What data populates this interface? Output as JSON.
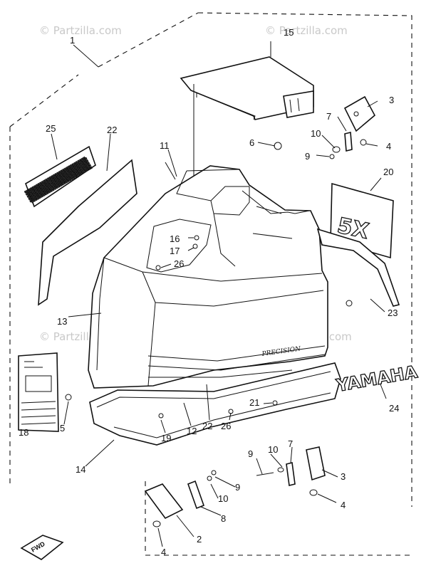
{
  "watermarks": [
    "© Partzilla.com",
    "© Partzilla.com",
    "© Partzilla.com",
    "© Partzilla.com"
  ],
  "decals": {
    "brand": "YAMAHA",
    "front_badge": "FWD",
    "cowl_script": "PRECISION"
  },
  "callouts": [
    "1",
    "15",
    "3",
    "7",
    "6",
    "10",
    "4",
    "9",
    "11",
    "25",
    "22",
    "20",
    "16",
    "17",
    "26",
    "13",
    "23",
    "18",
    "5",
    "21",
    "19",
    "12",
    "22",
    "26",
    "24",
    "14",
    "9",
    "10",
    "7",
    "3",
    "9",
    "10",
    "8",
    "4",
    "2",
    "4"
  ]
}
